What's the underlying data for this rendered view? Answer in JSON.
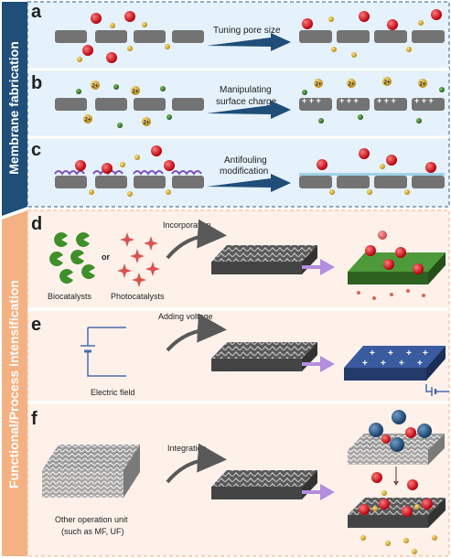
{
  "sections": {
    "membrane": {
      "label": "Membrane fabrication"
    },
    "functional": {
      "label": "Functional/Process intensification"
    }
  },
  "panels": {
    "a": {
      "letter": "a",
      "arrow_text": "Tuning pore size"
    },
    "b": {
      "letter": "b",
      "arrow_text_1": "Manipulating",
      "arrow_text_2": "surface charge"
    },
    "c": {
      "letter": "c",
      "arrow_text_1": "Antifouling",
      "arrow_text_2": "modification"
    },
    "d": {
      "letter": "d",
      "arrow_text": "Incorporation",
      "left_label": "Biocatalysts",
      "or_text": "or",
      "right_label": "Photocatalysts"
    },
    "e": {
      "letter": "e",
      "arrow_text": "Adding voltage",
      "source_label": "Electric field"
    },
    "f": {
      "letter": "f",
      "arrow_text": "Integration",
      "source_label_1": "Other operation unit",
      "source_label_2": "(such as MF, UF)"
    }
  },
  "ion_label": "2+",
  "colors": {
    "membrane_section_bg": "#e5f1fb",
    "membrane_side_bar": "#1f4e79",
    "functional_section_bg": "#fdf1ea",
    "functional_side_bar": "#f4b183",
    "block_gray": "#737373",
    "big_arrow": "#1f4e79",
    "purple_arrow": "#b38de0",
    "curved_arrow": "#595959",
    "red_particle": "#d9000f",
    "yellow_particle": "#e8b422",
    "green_ion": "#3b7a2c",
    "biocatalyst": "#3f8f2b",
    "photocatalyst": "#d9534f",
    "green_membrane": "#4e9a3a",
    "blue_membrane": "#3a5ba0",
    "navy_sphere": "#2e5a88"
  },
  "icons": [
    "gray-membrane-block",
    "red-particle",
    "yellow-particle",
    "green-ion",
    "biocatalyst-pacman",
    "photocatalyst-star",
    "porous-membrane-sheet",
    "battery-symbol"
  ]
}
